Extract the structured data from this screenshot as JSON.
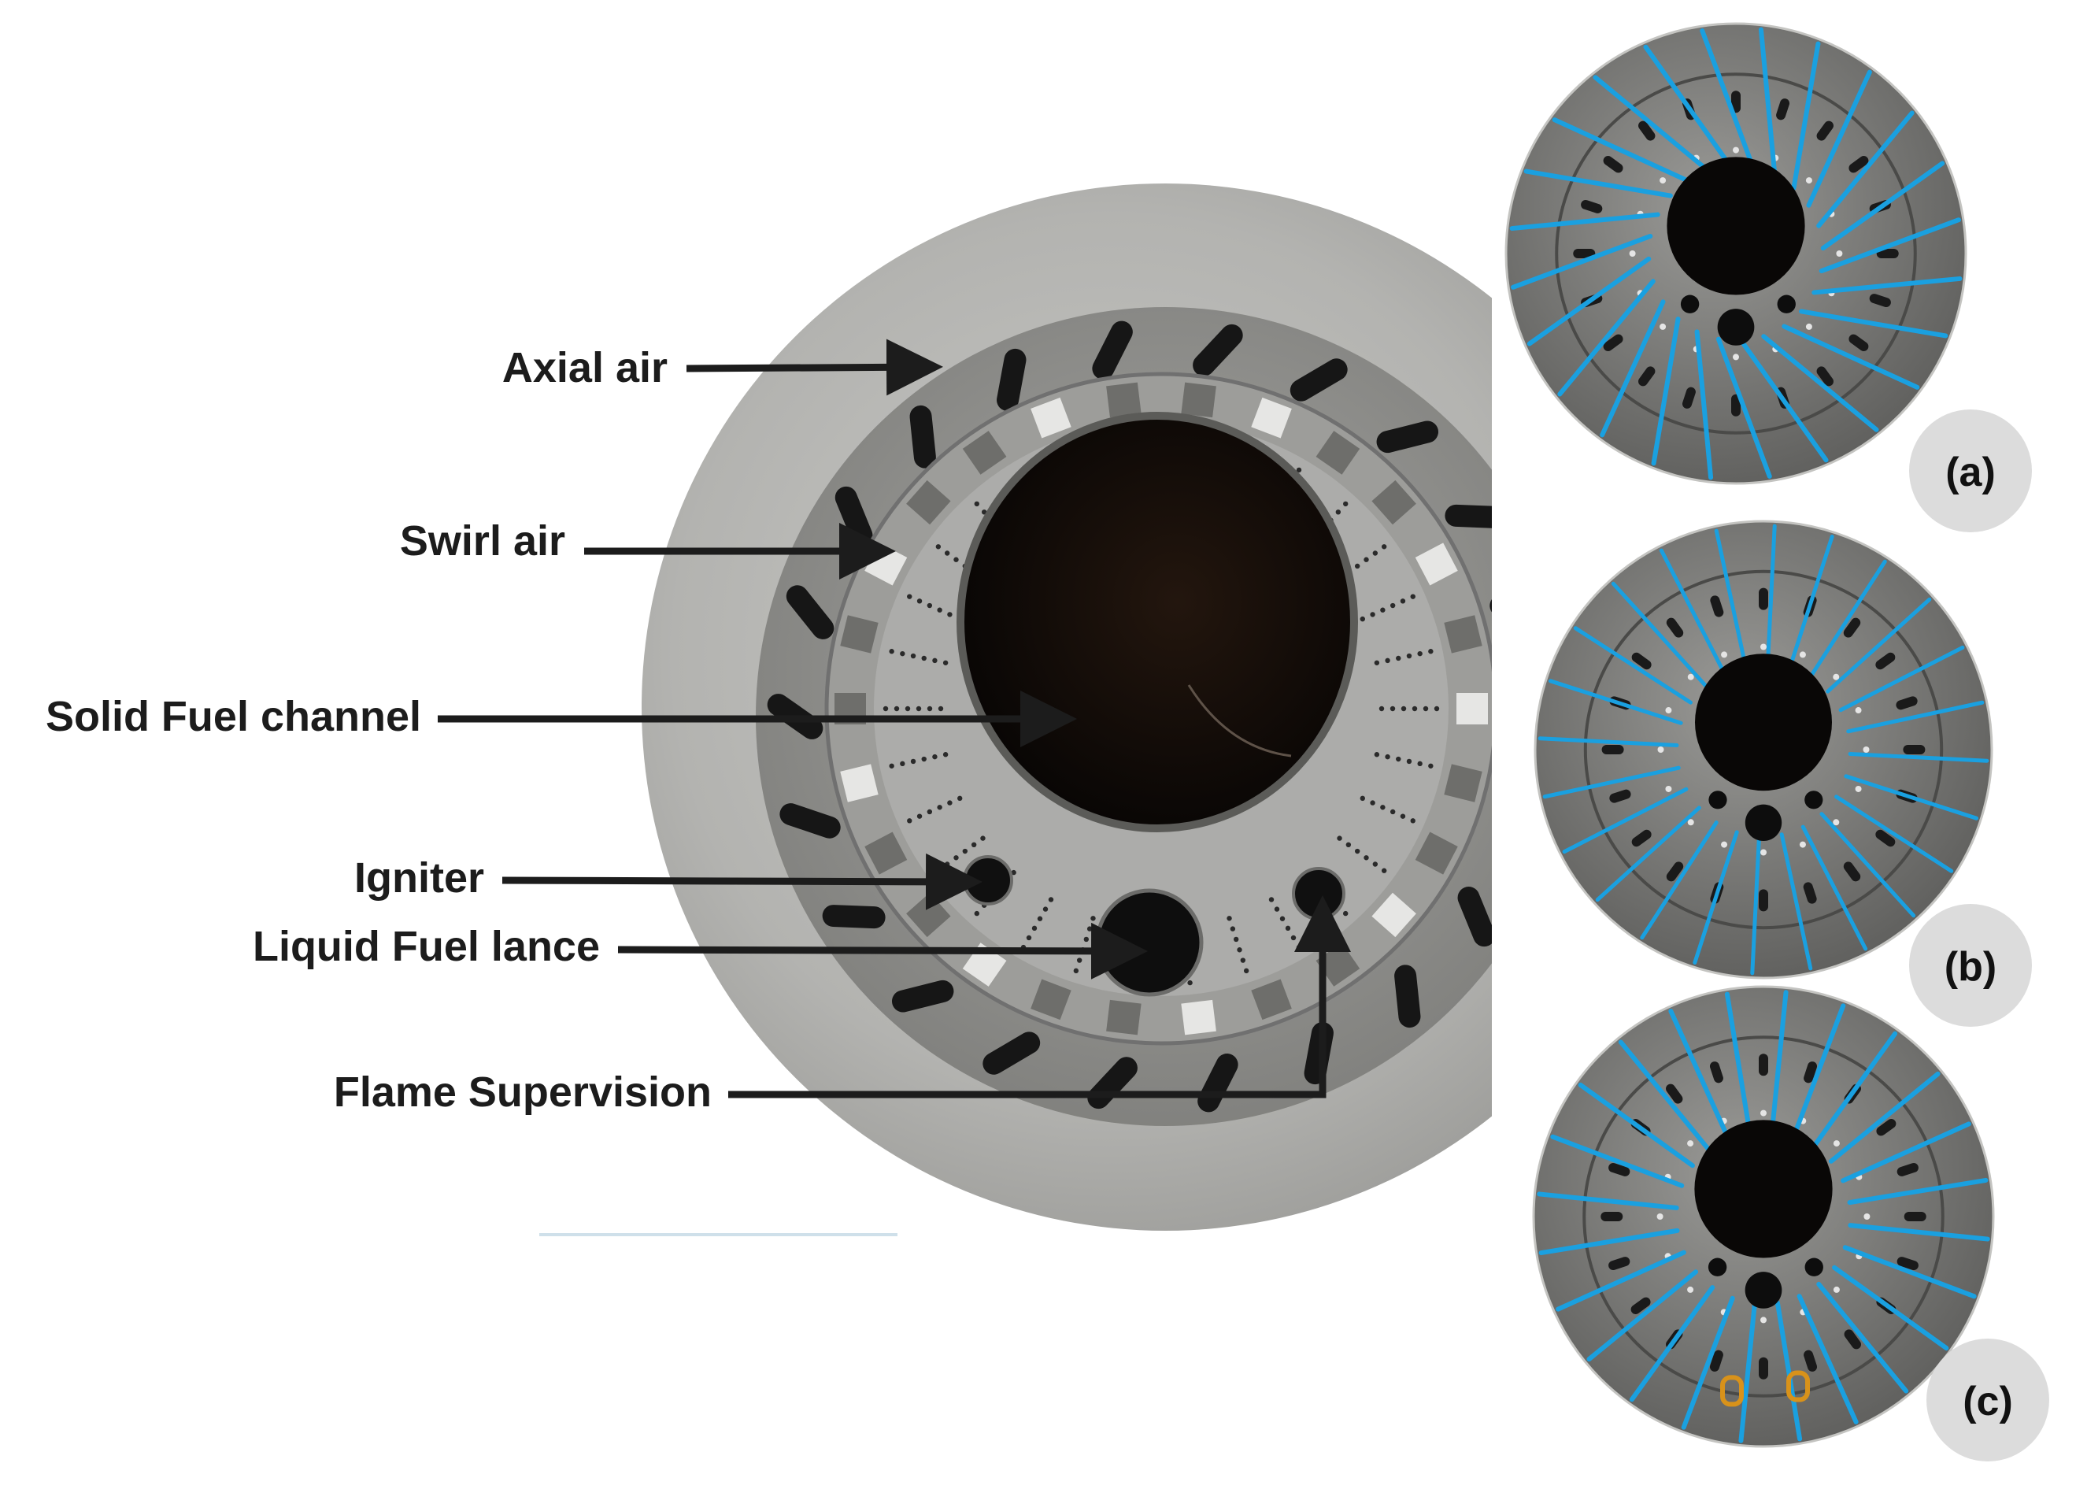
{
  "main_figure": {
    "labels": {
      "axial_air": "Axial air",
      "swirl_air": "Swirl air",
      "solid_fuel_channel": "Solid Fuel channel",
      "igniter": "Igniter",
      "liquid_fuel_lance": "Liquid Fuel lance",
      "flame_supervision": "Flame Supervision"
    }
  },
  "panels": [
    {
      "label": "(a)"
    },
    {
      "label": "(b)"
    },
    {
      "label": "(c)"
    }
  ],
  "colors": {
    "background": "#ffffff",
    "metal_outer": "#b9b9b6",
    "metal_inner": "#8f8f8c",
    "bore": "#120c08",
    "overlay_lines": "#1aa0e0",
    "label_badge": "#dcdcdc",
    "arrow": "#1c1c1c",
    "highlight": "#d8921a"
  }
}
